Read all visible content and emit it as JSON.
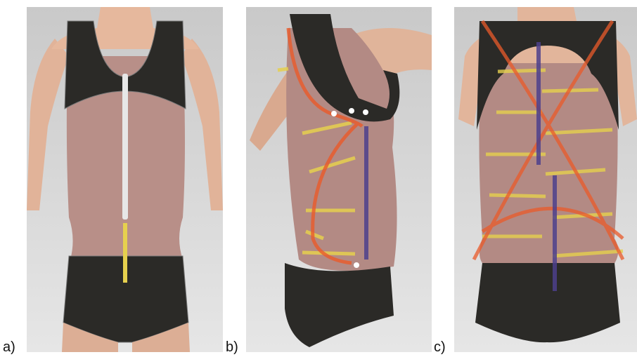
{
  "figure": {
    "panels": [
      {
        "id": "a",
        "label": "a)",
        "view": "front"
      },
      {
        "id": "b",
        "label": "b)",
        "view": "side"
      },
      {
        "id": "c",
        "label": "c)",
        "view": "back"
      }
    ]
  },
  "colors": {
    "background": "#ffffff",
    "studio_bg": "#d6d6d6",
    "skin": "#e3b59a",
    "mesh_fabric": "#b78f88",
    "dark_fabric": "#2b2a27",
    "zipper_white": "#e7e7e7",
    "yellow_band": "#e6d04e",
    "orange_band": "#ea5a2a",
    "purple_band": "#4c3f8c"
  }
}
